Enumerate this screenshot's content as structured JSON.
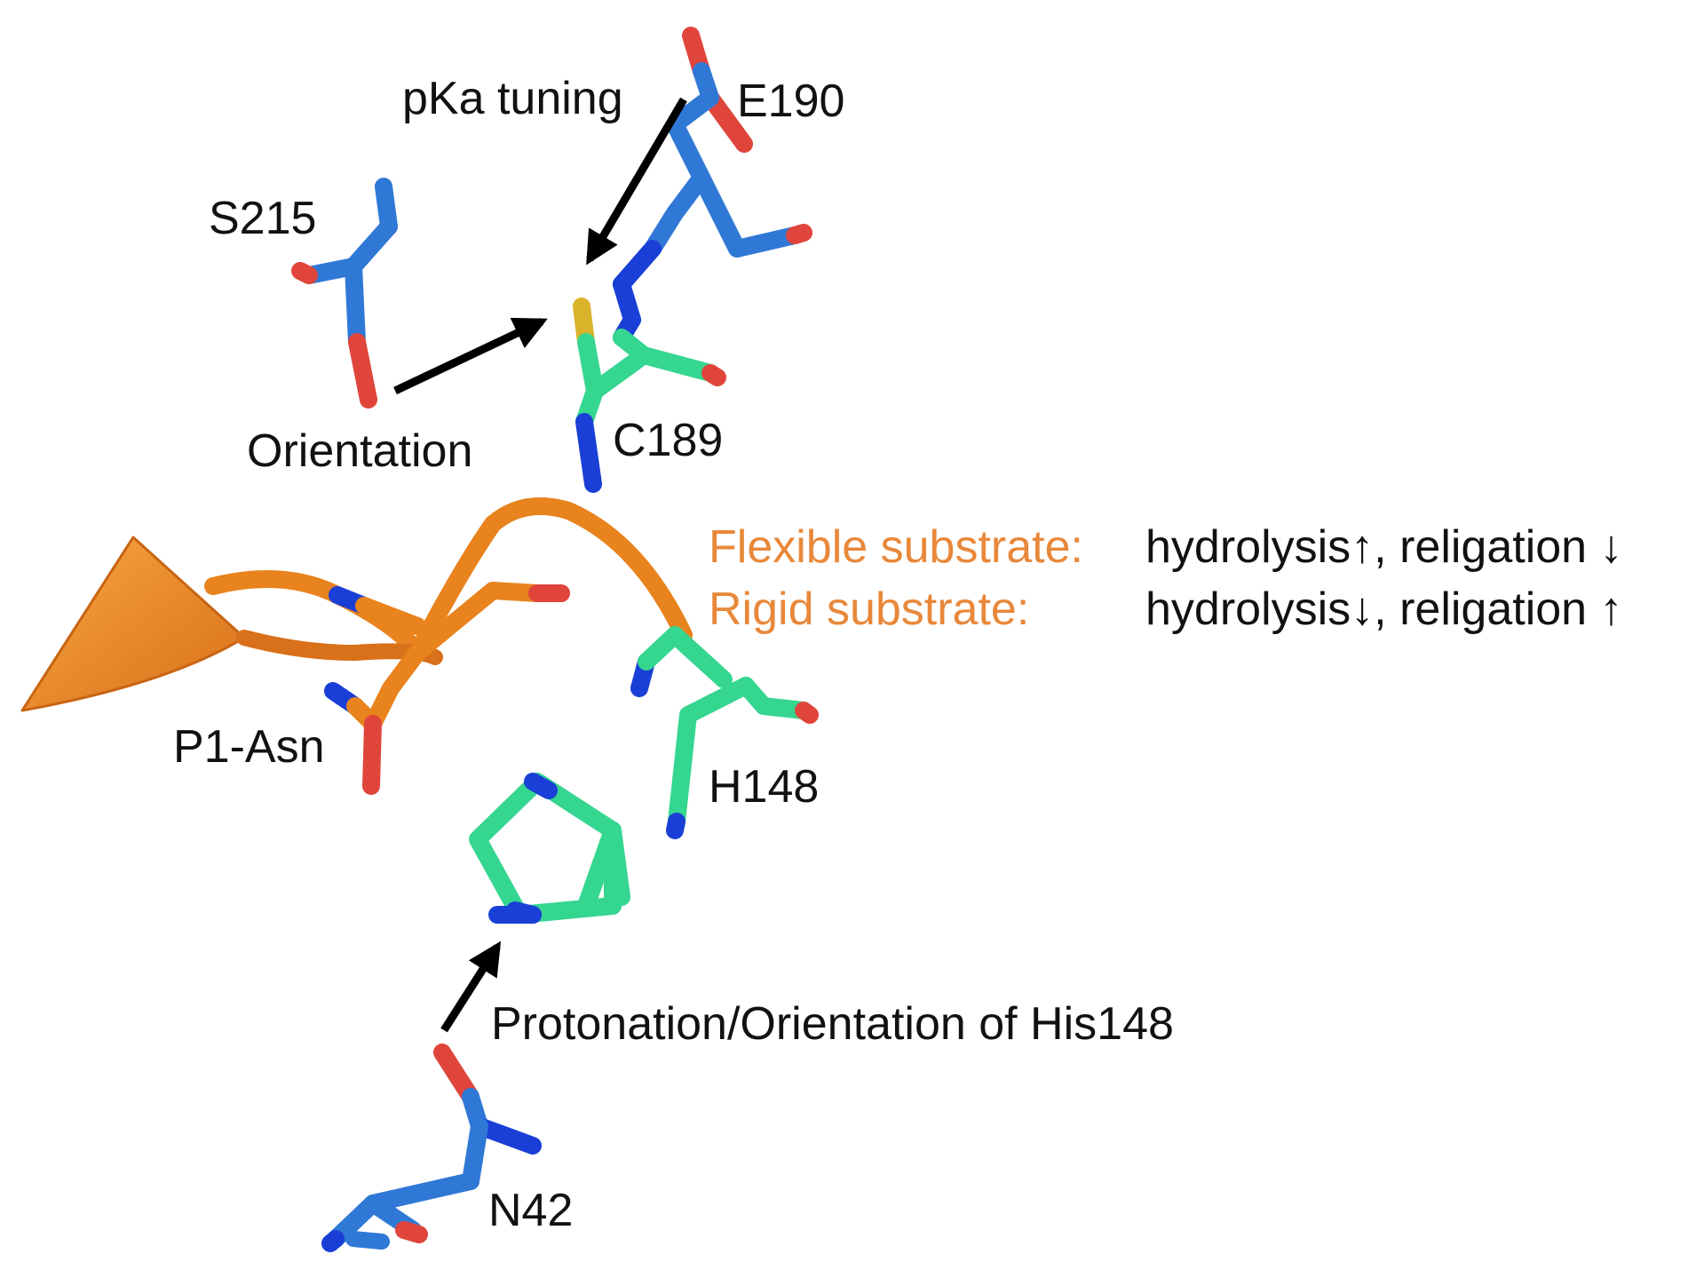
{
  "colors": {
    "carbon_cyan": "#35d690",
    "nitrogen": "#1a3fd6",
    "backbone_blue": "#2f78d6",
    "oxygen": "#e0453c",
    "sulfur": "#d9b32a",
    "substrate_orange": "#e8831e",
    "annotation_orange": "#e8883a",
    "arrow": "#000000"
  },
  "labels": {
    "pka_tuning": "pKa tuning",
    "e190": "E190",
    "s215": "S215",
    "orientation": "Orientation",
    "c189": "C189",
    "p1_asn": "P1-Asn",
    "h148": "H148",
    "protonation": "Protonation/Orientation of His148",
    "n42": "N42"
  },
  "annotations": {
    "flexible_label": "Flexible substrate:",
    "flexible_effect": "hydrolysis↑, religation ↓",
    "rigid_label": "Rigid substrate:",
    "rigid_effect": "hydrolysis↓, religation ↑"
  }
}
